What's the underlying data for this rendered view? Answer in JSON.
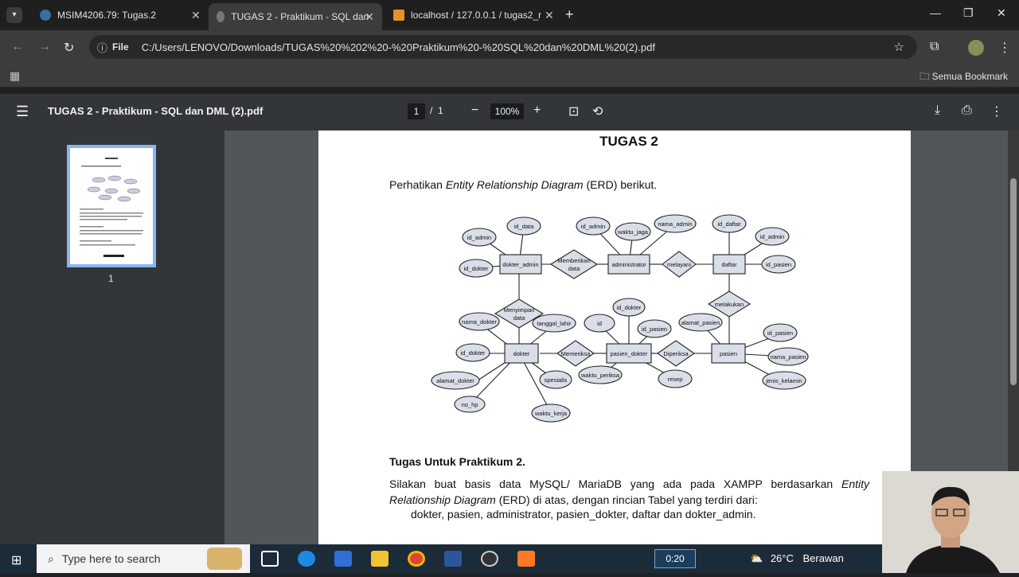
{
  "tabs": [
    {
      "title": "MSIM4206.79: Tugas.2",
      "close": "✕"
    },
    {
      "title": "TUGAS 2 - Praktikum - SQL dan",
      "close": "✕"
    },
    {
      "title": "localhost / 127.0.0.1 / tugas2_r",
      "close": "✕"
    }
  ],
  "new_tab": "+",
  "window_controls": {
    "minimize": "—",
    "maximize": "❐",
    "close": "✕"
  },
  "address": {
    "scheme_label": "File",
    "url": "C:/Users/LENOVO/Downloads/TUGAS%20%202%20-%20Praktikum%20-%20SQL%20dan%20DML%20(2).pdf"
  },
  "bookmarks": {
    "all_label": "Semua Bookmark"
  },
  "pdf": {
    "filename": "TUGAS 2 - Praktikum - SQL dan DML (2).pdf",
    "page_current": "1",
    "page_sep": "/",
    "page_total": "1",
    "zoom": "100%",
    "thumb_number": "1"
  },
  "document": {
    "title": "TUGAS 2",
    "intro_prefix": "Perhatikan ",
    "intro_em": "Entity Relationship Diagram",
    "intro_suffix": " (ERD) berikut.",
    "section_title": "Tugas Untuk Praktikum 2.",
    "para_a": "Silakan buat basis data MySQL/ MariaDB yang ada pada XAMPP berdasarkan ",
    "para_em1": "Entity Relationship Diagram",
    "para_b": " (ERD) di atas, dengan rincian Tabel yang terdiri dari:",
    "tables_line": "dokter, pasien, administrator, pasien_dokter, daftar dan dokter_admin."
  },
  "erd": {
    "entities": [
      "dokter_admin",
      "administrator",
      "daftar",
      "dokter",
      "pasien_dokter",
      "pasien"
    ],
    "relations": [
      "Memberikan data",
      "melayani",
      "Menyimpan data",
      "melakukan",
      "Memeriksa",
      "Diperiksa"
    ],
    "attributes": [
      "id_data",
      "id_admin",
      "id_dokter",
      "id_admin",
      "waktu_jaga",
      "nama_admin",
      "id_daftar",
      "id_admin",
      "id_pasien",
      "nama_dokter",
      "tanggal_lahir",
      "id_dokter",
      "alamat_dokter",
      "no_hp",
      "spesialis",
      "waktu_kerja",
      "id_dokter",
      "id",
      "id_pasien",
      "waktu_periksa",
      "resep",
      "alamat_pasien",
      "id_pasien",
      "nama_pasien",
      "jenis_kelamin"
    ]
  },
  "taskbar": {
    "search_placeholder": "Type here to search",
    "timer": "0:20",
    "temperature": "26°C",
    "weather": "Berawan"
  }
}
